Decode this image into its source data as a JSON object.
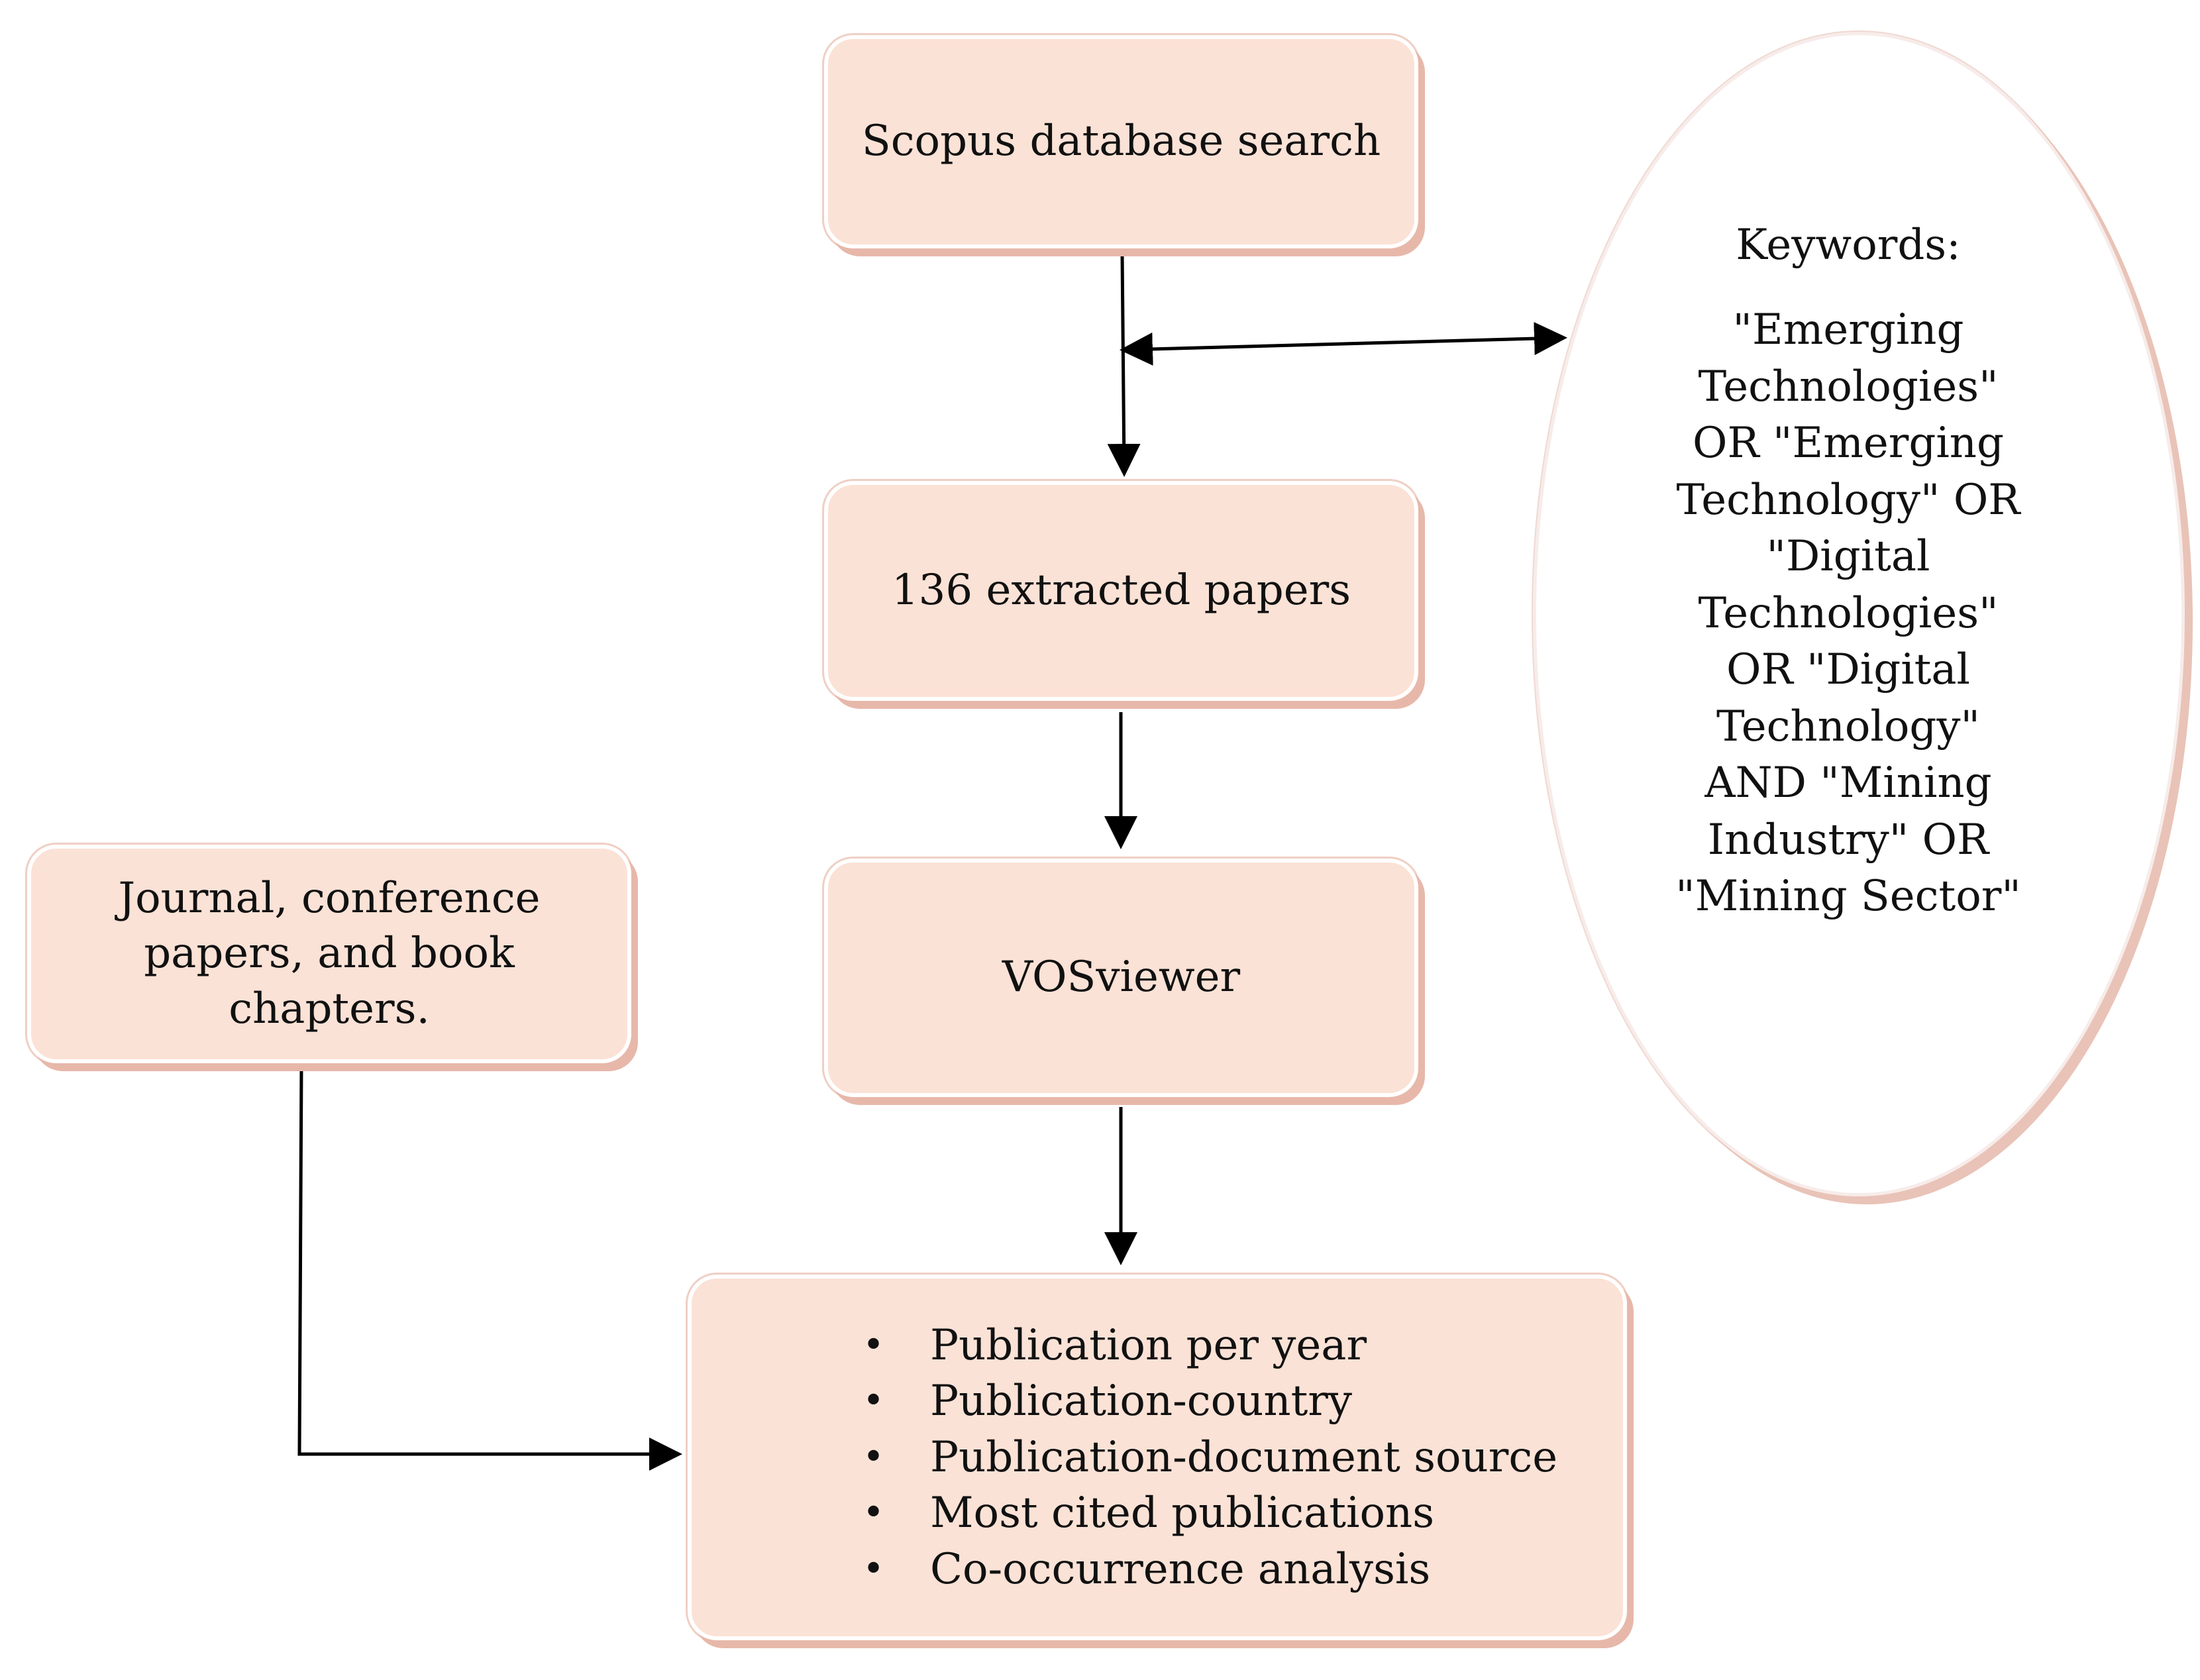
{
  "diagram": {
    "nodes": {
      "scopus_search": "Scopus database search",
      "extracted_papers": "136 extracted papers",
      "vosviewer": "VOSviewer",
      "document_types": [
        "Journal, conference",
        "papers, and book",
        "chapters."
      ],
      "analysis_outputs": [
        "Publication per year",
        "Publication-country",
        "Publication-document source",
        "Most cited publications",
        "Co-occurrence analysis"
      ],
      "bullet_symbol": "•"
    },
    "keywords": {
      "title": "Keywords:",
      "lines": [
        "\"Emerging",
        "Technologies\"",
        "OR \"Emerging",
        "Technology\" OR",
        "\"Digital",
        "Technologies\"",
        "OR \"Digital",
        "Technology\"",
        "AND \"Mining",
        "Industry\" OR",
        "\"Mining Sector\""
      ]
    },
    "colors": {
      "box_fill": "#fbe2d6",
      "box_shadow": "#e7b8aa",
      "arrow": "#000000"
    }
  }
}
